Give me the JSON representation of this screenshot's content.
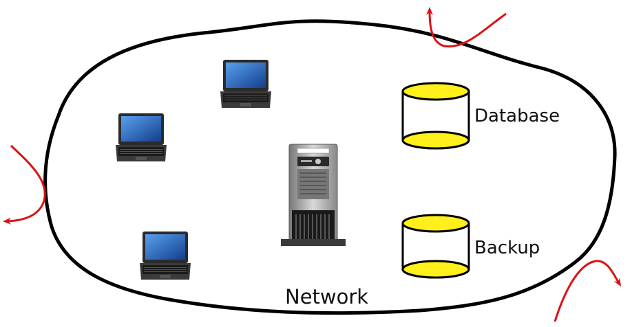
{
  "diagram": {
    "labels": {
      "database": "Database",
      "backup": "Backup",
      "network": "Network"
    },
    "colors": {
      "boundary": "#000000",
      "arrows": "#dd1111",
      "cylinder_fill": "#ffef1a",
      "laptop_screen": "#1f5fb5",
      "laptop_body": "#2b2b2b"
    },
    "icons": {
      "laptops": [
        "laptop-icon",
        "laptop-icon",
        "laptop-icon"
      ],
      "server": "server-tower-icon",
      "storage": [
        "database-cylinder-icon",
        "backup-cylinder-icon"
      ]
    }
  }
}
